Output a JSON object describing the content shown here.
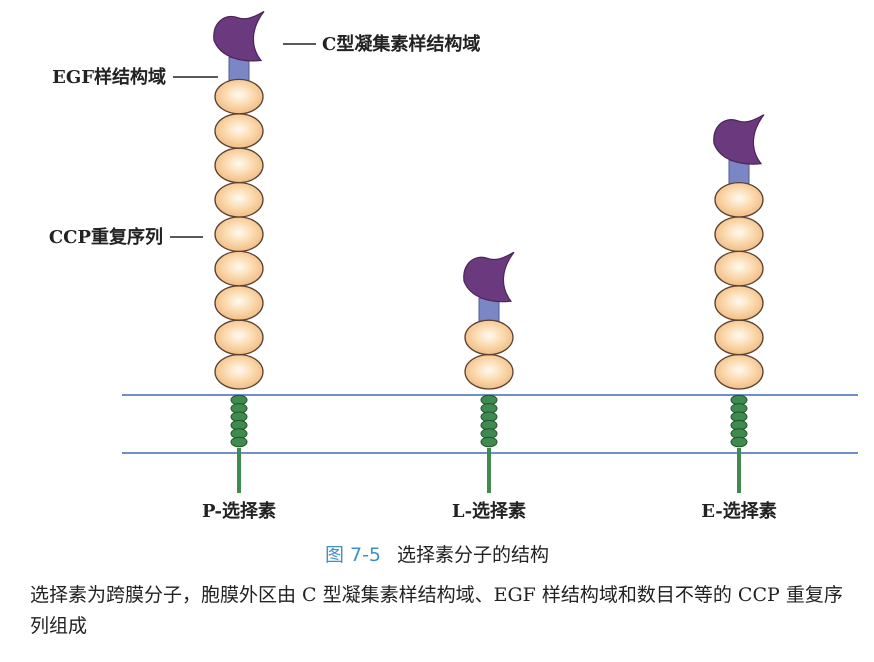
{
  "labels": {
    "c_type": "C型凝集素样结构域",
    "egf": "EGF样结构域",
    "ccp": "CCP重复序列"
  },
  "selectins": [
    {
      "name": "P-选择素",
      "ccp_repeats": 9
    },
    {
      "name": "L-选择素",
      "ccp_repeats": 2
    },
    {
      "name": "E-选择素",
      "ccp_repeats": 6
    }
  ],
  "caption": {
    "number": "图 7-5",
    "title": "选择素分子的结构"
  },
  "description": "选择素为跨膜分子，胞膜外区由 C 型凝集素样结构域、EGF 样结构域和数目不等的 CCP 重复序列组成",
  "colors": {
    "lectin": "#6b3a7e",
    "egf": "#7b86c4",
    "ccp_fill": "#f6c898",
    "ccp_stroke": "#5a4030",
    "transmembrane": "#3f8a4e",
    "membrane": "#3f6ab5",
    "caption_number": "#3f8fc8"
  }
}
